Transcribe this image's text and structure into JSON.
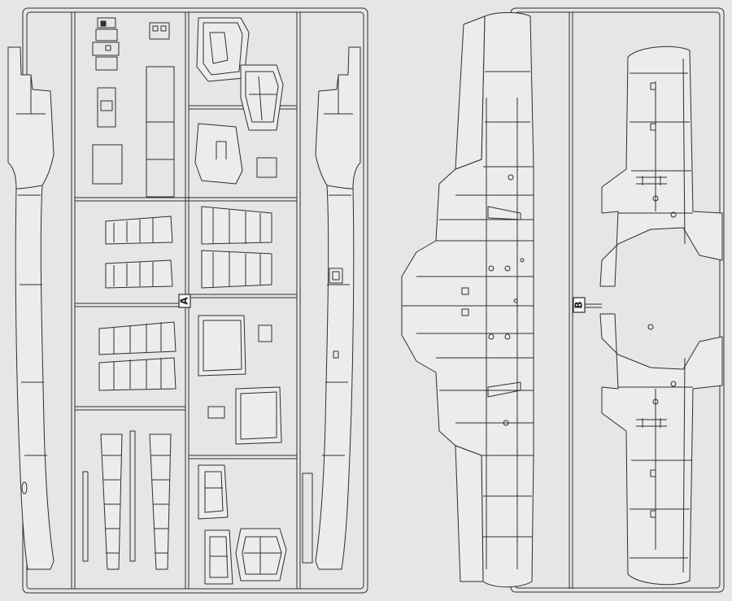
{
  "colors": {
    "background": "#e6e6e6",
    "line": "#2e2e2e",
    "fill": "#ececec",
    "label_box": "#f7f7f7"
  },
  "sprues": [
    {
      "id": "A",
      "label": "A"
    },
    {
      "id": "B",
      "label": "B"
    }
  ]
}
